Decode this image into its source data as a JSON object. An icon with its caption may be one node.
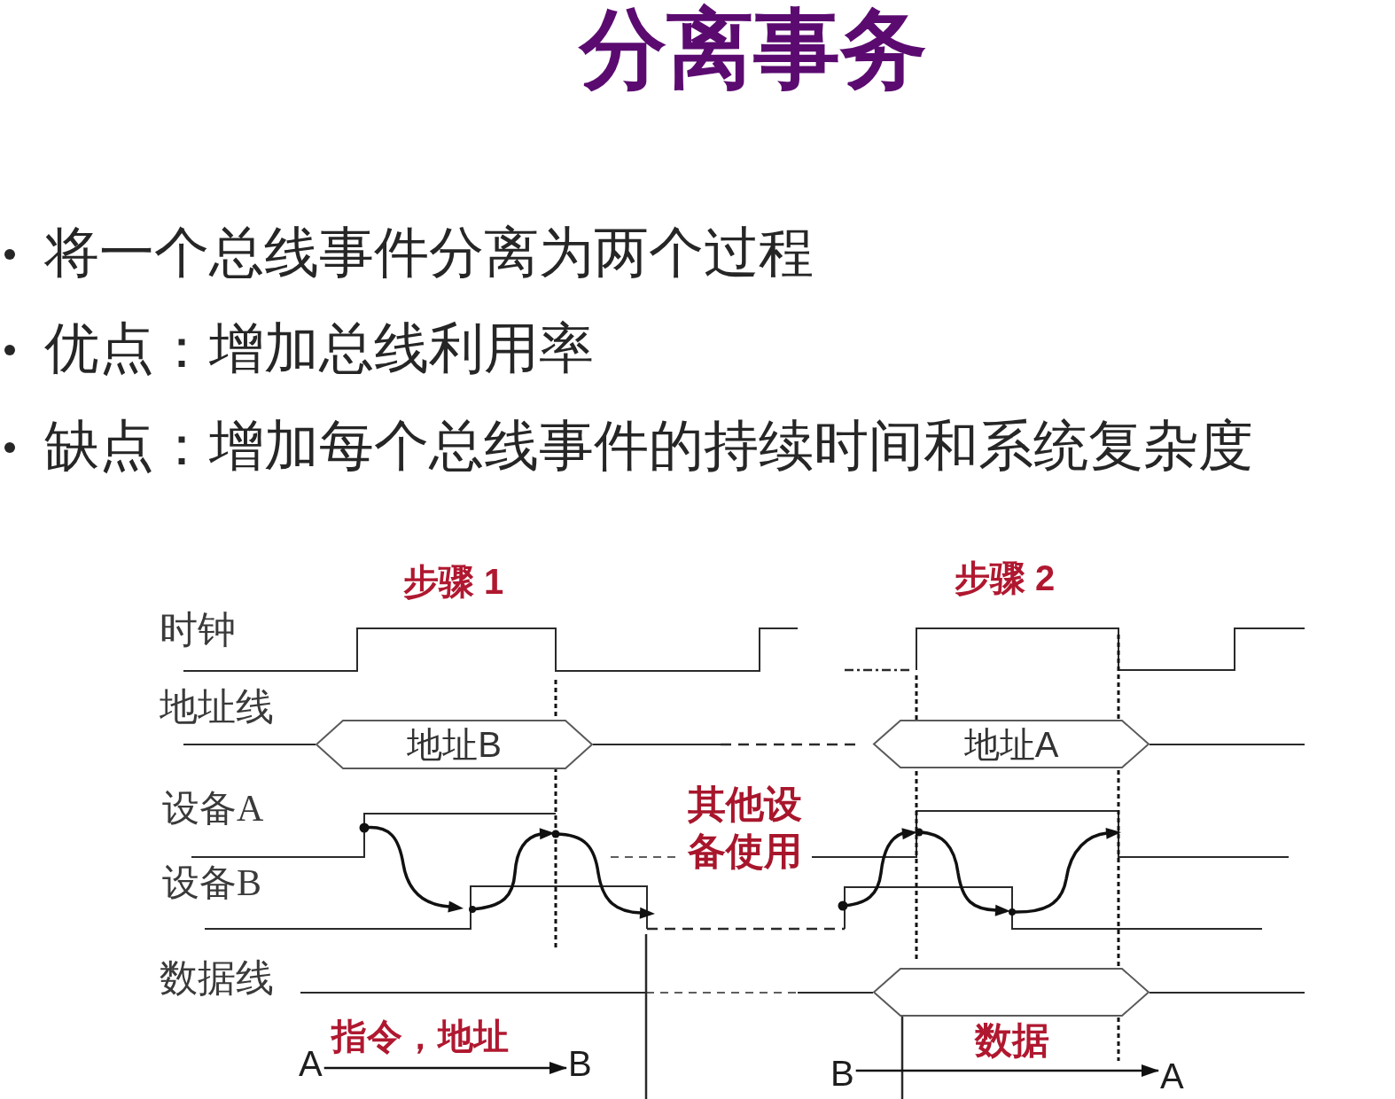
{
  "diagram": {
    "title": "分离事务",
    "nodes": [
      {
        "text": [
          "地址B"
        ]
      },
      {
        "text": [
          "地址A"
        ]
      },
      {
        "text": [],
        "shape": "hexagon"
      },
      {
        "text": [
          "A"
        ]
      },
      {
        "text": [
          "B"
        ]
      },
      {
        "text": [
          "B"
        ]
      },
      {
        "text": [
          "A"
        ]
      }
    ],
    "edges": [
      {
        "from": 3,
        "to": 4,
        "arrow": "to",
        "label": "指令，地址"
      },
      {
        "from": 5,
        "to": 6,
        "arrow": "to",
        "label": "数据"
      }
    ],
    "labels": [
      "将一个总线事件分离为两个过程",
      "优点：增加总线利用率",
      "缺点：增加每个总线事件的持续时间和系统复杂度",
      "步骤 1",
      "步骤 2",
      "时钟",
      "地址线",
      "设备A",
      "其他设备使用",
      "设备B",
      "数据线"
    ]
  }
}
